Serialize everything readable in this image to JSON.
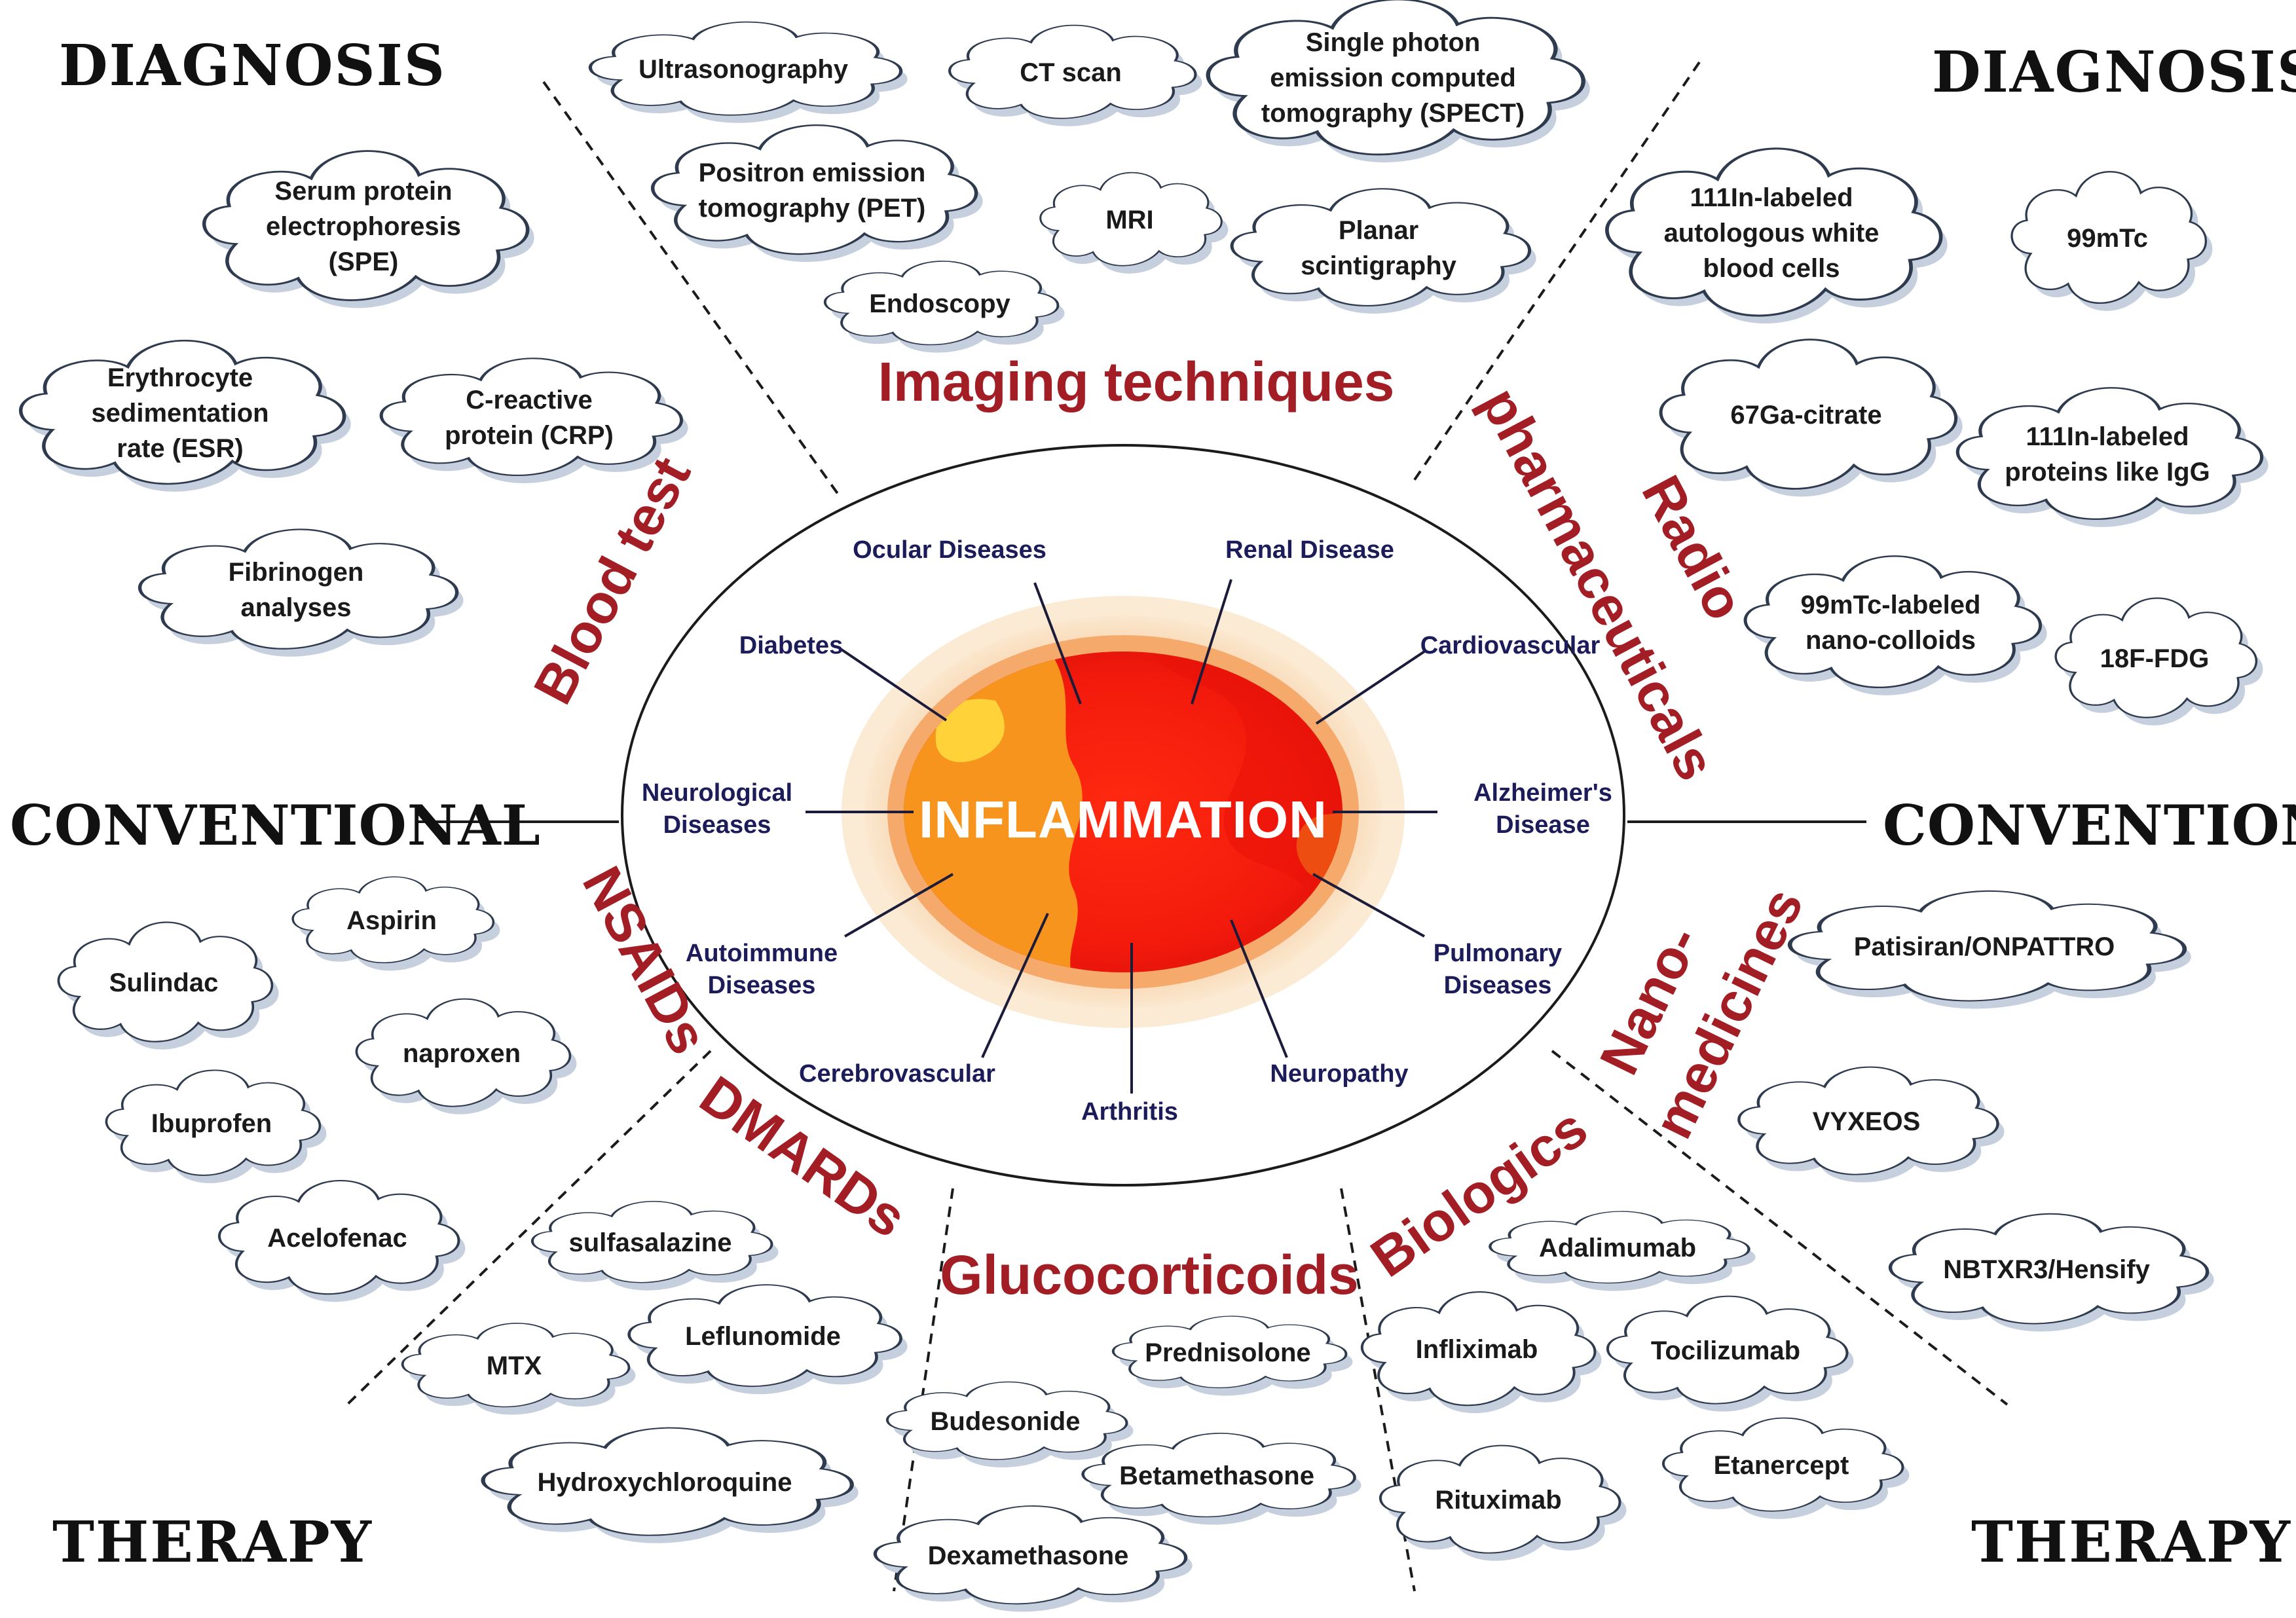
{
  "corners": {
    "diagnosis_left": "DIAGNOSIS",
    "diagnosis_right": "DIAGNOSIS",
    "conventional_left": "CONVENTIONAL",
    "conventional_right": "CONVENTIONAL",
    "therapy_left": "THERAPY",
    "therapy_right": "THERAPY"
  },
  "center": {
    "label": "INFLAMMATION",
    "diseases": [
      "Ocular Diseases",
      "Renal Disease",
      "Diabetes",
      "Cardiovascular",
      "Neurological Diseases",
      "Alzheimer's Disease",
      "Autoimmune Diseases",
      "Pulmonary Diseases",
      "Cerebrovascular",
      "Arthritis",
      "Neuropathy"
    ]
  },
  "categories": {
    "imaging": "Imaging techniques",
    "blood_test": "Blood test",
    "radio_line1": "Radio",
    "radio_line2": "pharmaceuticals",
    "nsaids": "NSAIDs",
    "nano_line1": "Nano-",
    "nano_line2": "medicines",
    "dmards": "DMARDs",
    "glucocorticoids": "Glucocorticoids",
    "biologics": "Biologics"
  },
  "clouds": {
    "imaging": [
      "Ultrasonography",
      "CT scan",
      "Single photon emission computed tomography (SPECT)",
      "Positron emission tomography (PET)",
      "MRI",
      "Planar scintigraphy",
      "Endoscopy"
    ],
    "blood_test": [
      "Serum protein electrophoresis (SPE)",
      "Erythrocyte sedimentation rate (ESR)",
      "C-reactive protein (CRP)",
      "Fibrinogen analyses"
    ],
    "radiopharmaceuticals": [
      "111In-labeled autologous white blood cells",
      "99mTc",
      "67Ga-citrate",
      "111In-labeled proteins like IgG",
      "99mTc-labeled nano-colloids",
      "18F-FDG"
    ],
    "nsaids": [
      "Aspirin",
      "Sulindac",
      "naproxen",
      "Ibuprofen",
      "Acelofenac"
    ],
    "dmards": [
      "sulfasalazine",
      "Leflunomide",
      "MTX",
      "Hydroxychloroquine"
    ],
    "glucocorticoids": [
      "Prednisolone",
      "Budesonide",
      "Betamethasone",
      "Dexamethasone"
    ],
    "biologics": [
      "Adalimumab",
      "Infliximab",
      "Tocilizumab",
      "Etanercept",
      "Rituximab"
    ],
    "nanomedicines": [
      "Patisiran/ONPATTRO",
      "VYXEOS",
      "NBTXR3/Hensify"
    ]
  }
}
